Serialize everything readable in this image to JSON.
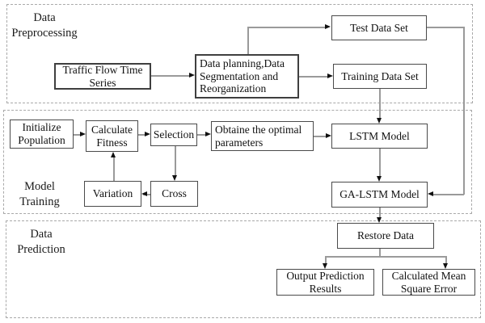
{
  "diagram": {
    "title": "GA-LSTM traffic flow prediction flowchart",
    "type": "flowchart",
    "colors": {
      "background": "#ffffff",
      "box_border": "#4a4a4a",
      "band_border": "#a9a9a9",
      "connector": "#9a9a9a",
      "arrowhead": "#111111",
      "text": "#111111"
    },
    "bands": {
      "preprocessing": {
        "label": "Data\nPreprocessing"
      },
      "training": {
        "label": "Model\nTraining"
      },
      "prediction": {
        "label": "Data\nPrediction"
      }
    },
    "nodes": {
      "traffic": {
        "label": "Traffic Flow Time Series"
      },
      "planning": {
        "label": "Data planning,Data Segmentation and Reorganization"
      },
      "test": {
        "label": "Test Data Set"
      },
      "training_set": {
        "label": "Training Data Set"
      },
      "initialize": {
        "label": "Initialize Population"
      },
      "calculate": {
        "label": "Calculate Fitness"
      },
      "selection": {
        "label": "Selection"
      },
      "obtaine": {
        "label": "Obtaine the optimal parameters"
      },
      "lstm": {
        "label": "LSTM Model"
      },
      "galstm": {
        "label": "GA-LSTM Model"
      },
      "variation": {
        "label": "Variation"
      },
      "cross": {
        "label": "Cross"
      },
      "restore": {
        "label": "Restore Data"
      },
      "output": {
        "label": "Output Prediction Results"
      },
      "mse": {
        "label": "Calculated Mean Square Error"
      }
    },
    "edges": [
      {
        "from": "traffic",
        "to": "planning"
      },
      {
        "from": "planning",
        "to": "test"
      },
      {
        "from": "planning",
        "to": "training_set"
      },
      {
        "from": "test",
        "to": "galstm"
      },
      {
        "from": "training_set",
        "to": "lstm"
      },
      {
        "from": "initialize",
        "to": "calculate"
      },
      {
        "from": "calculate",
        "to": "selection"
      },
      {
        "from": "selection",
        "to": "obtaine"
      },
      {
        "from": "selection",
        "to": "cross"
      },
      {
        "from": "cross",
        "to": "variation"
      },
      {
        "from": "variation",
        "to": "calculate"
      },
      {
        "from": "obtaine",
        "to": "lstm"
      },
      {
        "from": "lstm",
        "to": "galstm"
      },
      {
        "from": "galstm",
        "to": "restore"
      },
      {
        "from": "restore",
        "to": "output"
      },
      {
        "from": "restore",
        "to": "mse"
      }
    ]
  }
}
